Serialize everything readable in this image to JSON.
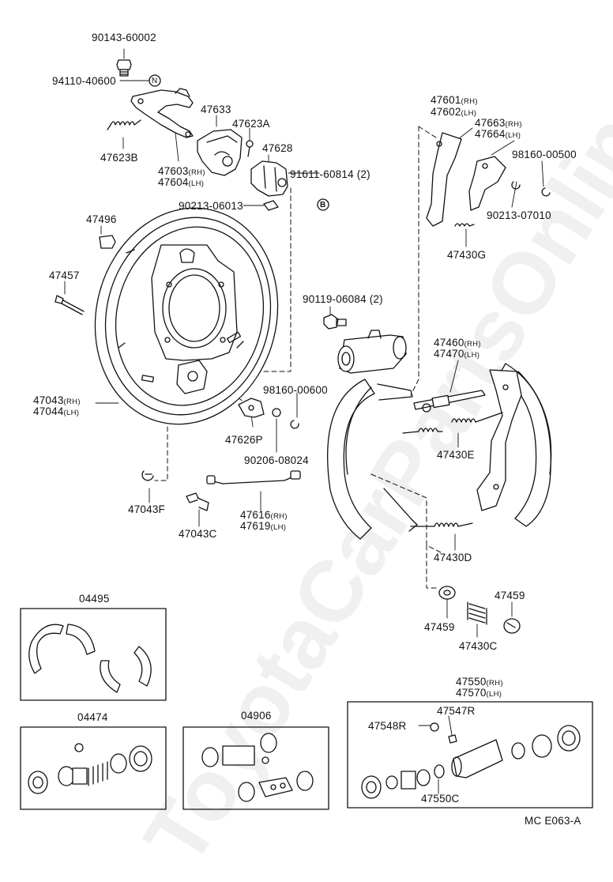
{
  "watermark": "ToyotaCarPartsOnline.eu",
  "diagram_code": "MC  E063-A",
  "circle_marks": {
    "n": "N",
    "b": "B"
  },
  "parts": [
    {
      "id": "p90143",
      "num": "90143-60002",
      "suffix": ""
    },
    {
      "id": "p94110",
      "num": "94110-40600",
      "suffix": ""
    },
    {
      "id": "p47623B",
      "num": "47623B",
      "suffix": ""
    },
    {
      "id": "p47603",
      "num": "47603",
      "suffix": "(RH)"
    },
    {
      "id": "p47604",
      "num": "47604",
      "suffix": "(LH)"
    },
    {
      "id": "p47633",
      "num": "47633",
      "suffix": ""
    },
    {
      "id": "p47623A",
      "num": "47623A",
      "suffix": ""
    },
    {
      "id": "p47628",
      "num": "47628",
      "suffix": ""
    },
    {
      "id": "p91611",
      "num": "91611-60814 (2)",
      "suffix": ""
    },
    {
      "id": "p90213a",
      "num": "90213-06013",
      "suffix": ""
    },
    {
      "id": "p47496",
      "num": "47496",
      "suffix": ""
    },
    {
      "id": "p47457",
      "num": "47457",
      "suffix": ""
    },
    {
      "id": "p47043",
      "num": "47043",
      "suffix": "(RH)"
    },
    {
      "id": "p47044",
      "num": "47044",
      "suffix": "(LH)"
    },
    {
      "id": "p47601",
      "num": "47601",
      "suffix": "(RH)"
    },
    {
      "id": "p47602",
      "num": "47602",
      "suffix": "(LH)"
    },
    {
      "id": "p47663",
      "num": "47663",
      "suffix": "(RH)"
    },
    {
      "id": "p47664",
      "num": "47664",
      "suffix": "(LH)"
    },
    {
      "id": "p98160a",
      "num": "98160-00500",
      "suffix": ""
    },
    {
      "id": "p90213b",
      "num": "90213-07010",
      "suffix": ""
    },
    {
      "id": "p47430G",
      "num": "47430G",
      "suffix": ""
    },
    {
      "id": "p90119",
      "num": "90119-06084 (2)",
      "suffix": ""
    },
    {
      "id": "p47460",
      "num": "47460",
      "suffix": "(RH)"
    },
    {
      "id": "p47470",
      "num": "47470",
      "suffix": "(LH)"
    },
    {
      "id": "p98160b",
      "num": "98160-00600",
      "suffix": ""
    },
    {
      "id": "p47626P",
      "num": "47626P",
      "suffix": ""
    },
    {
      "id": "p90206",
      "num": "90206-08024",
      "suffix": ""
    },
    {
      "id": "p47430E",
      "num": "47430E",
      "suffix": ""
    },
    {
      "id": "p47043F",
      "num": "47043F",
      "suffix": ""
    },
    {
      "id": "p47043C",
      "num": "47043C",
      "suffix": ""
    },
    {
      "id": "p47616",
      "num": "47616",
      "suffix": "(RH)"
    },
    {
      "id": "p47619",
      "num": "47619",
      "suffix": "(LH)"
    },
    {
      "id": "p47430D",
      "num": "47430D",
      "suffix": ""
    },
    {
      "id": "p04495",
      "num": "04495",
      "suffix": ""
    },
    {
      "id": "p47459a",
      "num": "47459",
      "suffix": ""
    },
    {
      "id": "p47459b",
      "num": "47459",
      "suffix": ""
    },
    {
      "id": "p47430C",
      "num": "47430C",
      "suffix": ""
    },
    {
      "id": "p47550",
      "num": "47550",
      "suffix": "(RH)"
    },
    {
      "id": "p47570",
      "num": "47570",
      "suffix": "(LH)"
    },
    {
      "id": "p04474",
      "num": "04474",
      "suffix": ""
    },
    {
      "id": "p04906",
      "num": "04906",
      "suffix": ""
    },
    {
      "id": "p47547R",
      "num": "47547R",
      "suffix": ""
    },
    {
      "id": "p47548R",
      "num": "47548R",
      "suffix": ""
    },
    {
      "id": "p47550C",
      "num": "47550C",
      "suffix": ""
    }
  ]
}
